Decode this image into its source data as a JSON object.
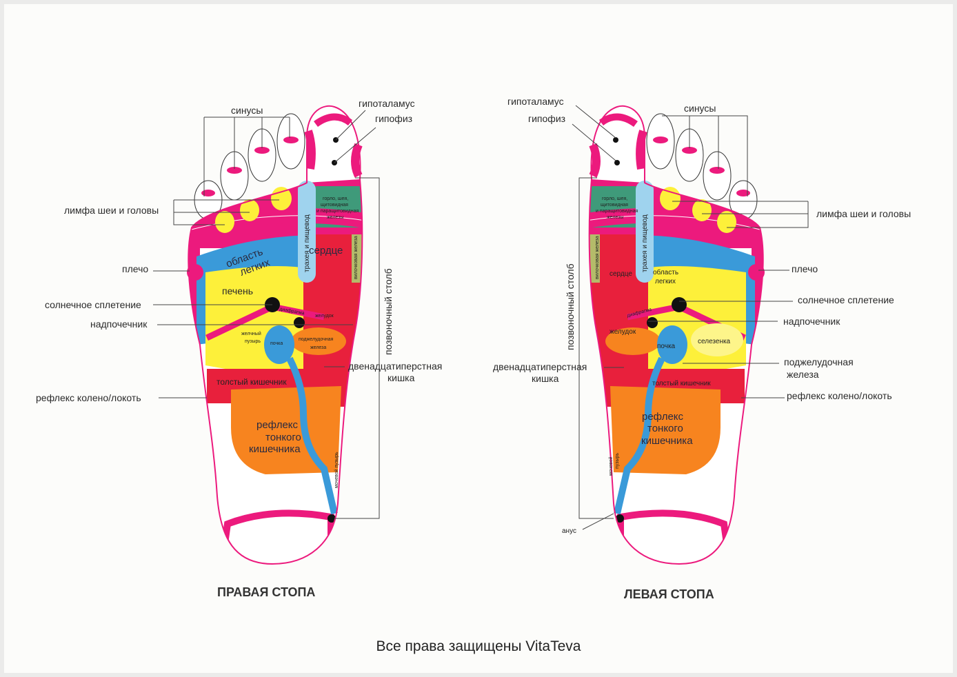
{
  "right_foot": {
    "title": "ПРАВАЯ СТОПА",
    "labels": {
      "sinuses": "синусы",
      "hypothalamus": "гипоталамус",
      "pituitary": "гипофиз",
      "lymph": "лимфа шеи и головы",
      "shoulder": "плечо",
      "solar_plexus": "солнечное сплетение",
      "adrenal": "надпочечник",
      "knee_elbow": "рефлекс колено/локоть",
      "spine": "позвоночный столб",
      "duodenum_1": "двенадцатиперстная",
      "duodenum_2": "кишка"
    },
    "zones": {
      "throat_1": "горло, шея,",
      "throat_2": "щитовидная",
      "throat_3": "и паращитовидная",
      "throat_4": "железы",
      "trachea": "трахея и пищевод",
      "heart": "сердце",
      "thymus": "вилочковая железа",
      "lungs_1": "область",
      "lungs_2": "легких",
      "liver": "печень",
      "diaphragm": "диафрагма",
      "stomach": "желудок",
      "gallbladder_1": "желчный",
      "gallbladder_2": "пузырь",
      "kidney": "почка",
      "pancreas_1": "поджелудочная",
      "pancreas_2": "железа",
      "colon": "толстый кишечник",
      "small_int_1": "рефлекс",
      "small_int_2": "тонкого",
      "small_int_3": "кишечника",
      "bladder": "мочевой пузырь"
    }
  },
  "left_foot": {
    "title": "ЛЕВАЯ СТОПА",
    "labels": {
      "hypothalamus": "гипоталамус",
      "pituitary": "гипофиз",
      "sinuses": "синусы",
      "lymph": "лимфа шеи и головы",
      "shoulder": "плечо",
      "solar_plexus": "солнечное сплетение",
      "adrenal": "надпочечник",
      "pancreas_1": "поджелудочная",
      "pancreas_2": "железа",
      "knee_elbow": "рефлекс колено/локоть",
      "spine": "позвоночный столб",
      "duodenum_1": "двенадцатиперстная",
      "duodenum_2": "кишка",
      "anus": "анус"
    },
    "zones": {
      "throat_1": "горло, шея,",
      "throat_2": "щитовидная",
      "throat_3": "и паращитовидная",
      "throat_4": "железы",
      "trachea": "трахея и пищевод",
      "heart": "сердце",
      "thymus": "вилочковая железа",
      "lungs_1": "область",
      "lungs_2": "легких",
      "diaphragm": "диафрагма",
      "stomach": "желудок",
      "spleen": "селезенка",
      "kidney": "почка",
      "colon": "толстый кишечник",
      "small_int_1": "рефлекс",
      "small_int_2": "тонкого",
      "small_int_3": "кишечника",
      "bladder_1": "мочевой",
      "bladder_2": "пузырь"
    }
  },
  "footer": "Все права защищены VitaTeva",
  "colors": {
    "pink": "#ec1a7d",
    "blue": "#3a9ad9",
    "yellow": "#fdf03a",
    "red": "#e8203c",
    "orange": "#f7841f",
    "green": "#3f9a7a",
    "lightblue": "#9fd3ee",
    "olive": "#b4bb6a"
  }
}
